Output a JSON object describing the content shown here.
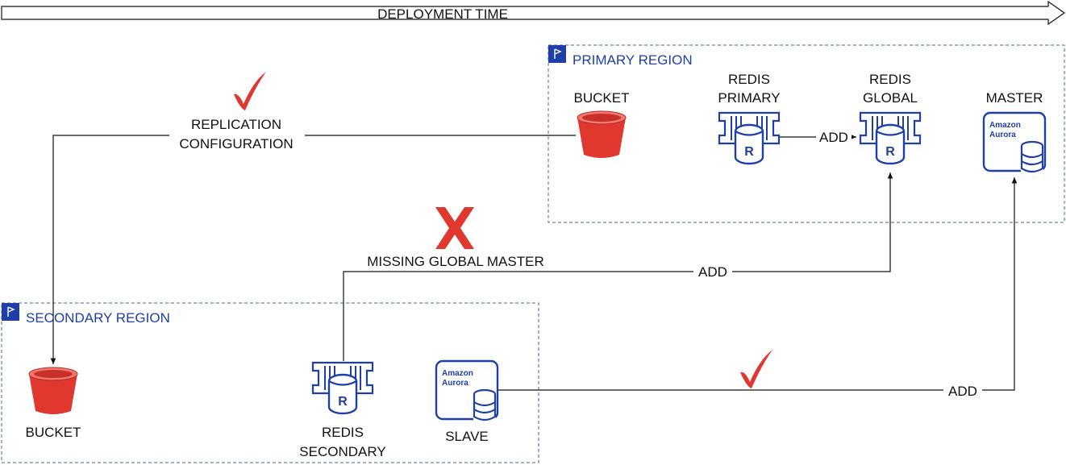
{
  "timeline": {
    "label": "DEPLOYMENT TIME"
  },
  "colors": {
    "aws_blue": "#1f3fa8",
    "bucket_red": "#e0372f",
    "mark_red": "#e0372f",
    "line": "#111111",
    "region_border": "#4a6a8a"
  },
  "regions": {
    "primary": {
      "label": "PRIMARY REGION",
      "icon": "region-flag-icon"
    },
    "secondary": {
      "label": "SECONDARY REGION",
      "icon": "region-flag-icon"
    }
  },
  "primary": {
    "bucket": {
      "label": "BUCKET",
      "icon": "s3-bucket-icon"
    },
    "redis_primary": {
      "line1": "REDIS",
      "line2": "PRIMARY",
      "icon": "elasticache-redis-icon",
      "glyph": "R"
    },
    "redis_global": {
      "line1": "REDIS",
      "line2": "GLOBAL",
      "icon": "elasticache-redis-icon",
      "glyph": "R"
    },
    "master": {
      "label": "MASTER",
      "icon": "aurora-icon",
      "line1": "Amazon",
      "line2": "Aurora"
    }
  },
  "secondary": {
    "bucket": {
      "label": "BUCKET",
      "icon": "s3-bucket-icon"
    },
    "redis_secondary": {
      "line1": "REDIS",
      "line2": "SECONDARY",
      "icon": "elasticache-redis-icon",
      "glyph": "R"
    },
    "slave": {
      "label": "SLAVE",
      "icon": "aurora-icon",
      "line1": "Amazon",
      "line2": "Aurora"
    }
  },
  "connections": {
    "replication": {
      "line1": "REPLICATION",
      "line2": "CONFIGURATION",
      "status": "checkmark-icon"
    },
    "redis_primary_to_global": {
      "label": "ADD"
    },
    "redis_secondary_to_global": {
      "label": "ADD",
      "note": "MISSING GLOBAL MASTER",
      "status": "cross-icon"
    },
    "slave_to_master": {
      "label": "ADD",
      "status": "checkmark-icon"
    }
  }
}
